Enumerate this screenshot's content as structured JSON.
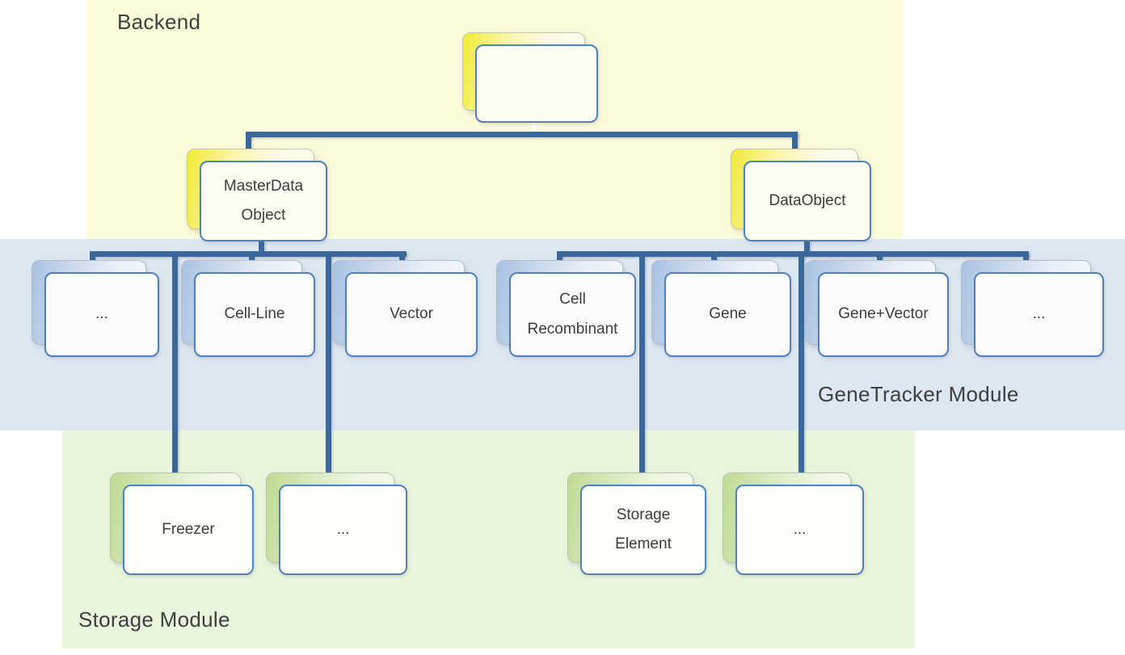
{
  "regions": {
    "backend": {
      "label": "Backend",
      "bg": "#fbfad9"
    },
    "genetracker": {
      "label": "GeneTracker Module",
      "bg": "#dde7f2"
    },
    "storage": {
      "label": "Storage Module",
      "bg": "#eaf5de"
    }
  },
  "colors": {
    "connector": "#3a689b",
    "card_border": "#4f81bd",
    "back_card_yellow": "#f2ea33",
    "back_card_blue": "#a8c2e2",
    "back_card_green": "#bedb92",
    "text": "#3c3c3c"
  },
  "nodes": {
    "root": {
      "label": ""
    },
    "masterdata": {
      "label": "MasterData\nObject"
    },
    "dataobject": {
      "label": "DataObject"
    },
    "md_ellipsis": {
      "label": "..."
    },
    "cellline": {
      "label": "Cell-Line"
    },
    "vector": {
      "label": "Vector"
    },
    "cellrecombinant": {
      "label": "Cell\nRecombinant"
    },
    "gene": {
      "label": "Gene"
    },
    "genevector": {
      "label": "Gene+Vector"
    },
    "do_ellipsis": {
      "label": "..."
    },
    "freezer": {
      "label": "Freezer"
    },
    "st_ellipsis_left": {
      "label": "..."
    },
    "storageelement": {
      "label": "Storage\nElement"
    },
    "st_ellipsis_right": {
      "label": "..."
    }
  }
}
